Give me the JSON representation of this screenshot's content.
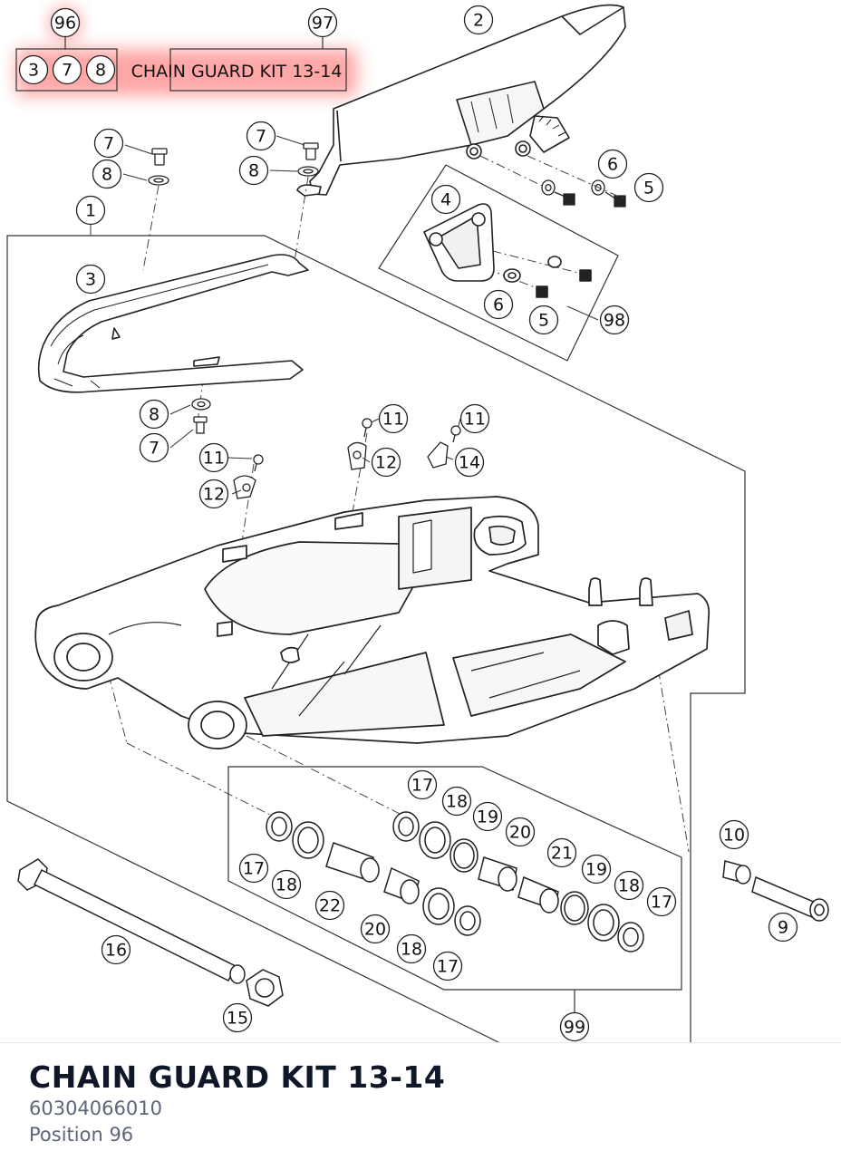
{
  "diagram": {
    "highlight_color": "#ff3b3b",
    "kit_header": {
      "number": "96",
      "members": [
        "3",
        "7",
        "8"
      ],
      "label_number": "97",
      "label": "CHAIN GUARD KIT 13-14"
    },
    "callouts": {
      "c2": "2",
      "c7a": "7",
      "c8a": "8",
      "c7b": "7",
      "c8b": "8",
      "c6a": "6",
      "c5a": "5",
      "c1": "1",
      "c4": "4",
      "c3": "3",
      "c6b": "6",
      "c5b": "5",
      "c98": "98",
      "c8c": "8",
      "c7c": "7",
      "c11a": "11",
      "c11b": "11",
      "c11c": "11",
      "c12a": "12",
      "c12b": "12",
      "c14": "14",
      "c17a": "17",
      "c18a": "18",
      "c19a": "19",
      "c20a": "20",
      "c21": "21",
      "c17b": "17",
      "c18b": "18",
      "c22": "22",
      "c20b": "20",
      "c19b": "19",
      "c18c": "18",
      "c17c": "17",
      "c18d": "18",
      "c17d": "17",
      "c10": "10",
      "c9": "9",
      "c16": "16",
      "c15": "15",
      "c99": "99"
    }
  },
  "part": {
    "name": "CHAIN GUARD KIT 13-14",
    "number": "60304066010",
    "position": "Position 96"
  }
}
